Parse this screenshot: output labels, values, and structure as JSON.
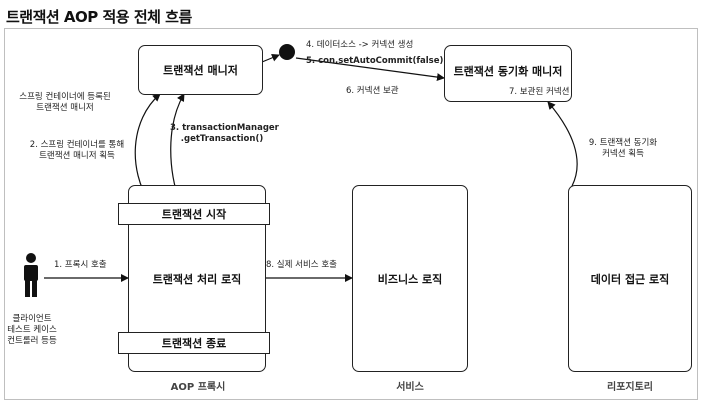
{
  "title": "트랜잭션 AOP 적용 전체 흐름",
  "boxes": {
    "tx_manager": "트랜잭션 매니저",
    "sync_manager": "트랜잭션 동기화 매니저",
    "tx_logic": "트랜잭션 처리 로직",
    "tx_start": "트랜잭션 시작",
    "tx_end": "트랜잭션 종료",
    "business_logic": "비즈니스 로직",
    "data_access_logic": "데이터 접근 로직"
  },
  "captions": {
    "aop_proxy": "AOP 프록시",
    "service": "서비스",
    "repository": "리포지토리"
  },
  "client": {
    "line1": "클라이언트",
    "line2": "테스트 케이스",
    "line3": "컨트롤러 등등"
  },
  "labels": {
    "registered_l1": "스프링 컨테이너에 등록된",
    "registered_l2": "트랜잭션 매니저",
    "step1": "1. 프록시 호출",
    "step2_l1": "2. 스프링 컨테이너를 통해",
    "step2_l2": "트랜잭션 매니저 획득",
    "step3_l1": "3. transactionManager",
    "step3_l2": ".getTransaction()",
    "step4": "4. 데이터소스 -> 커넥션 생성",
    "step5": "5. con.setAutoCommit(false)",
    "step6": "6. 커넥션 보관",
    "step7": "7. 보관된 커넥션",
    "step8": "8. 실제 서비스 호출",
    "step9_l1": "9. 트랜잭션 동기화",
    "step9_l2": "커넥션 획득"
  },
  "icons": {
    "connection": "connection-dot-icon",
    "client": "person-icon"
  }
}
